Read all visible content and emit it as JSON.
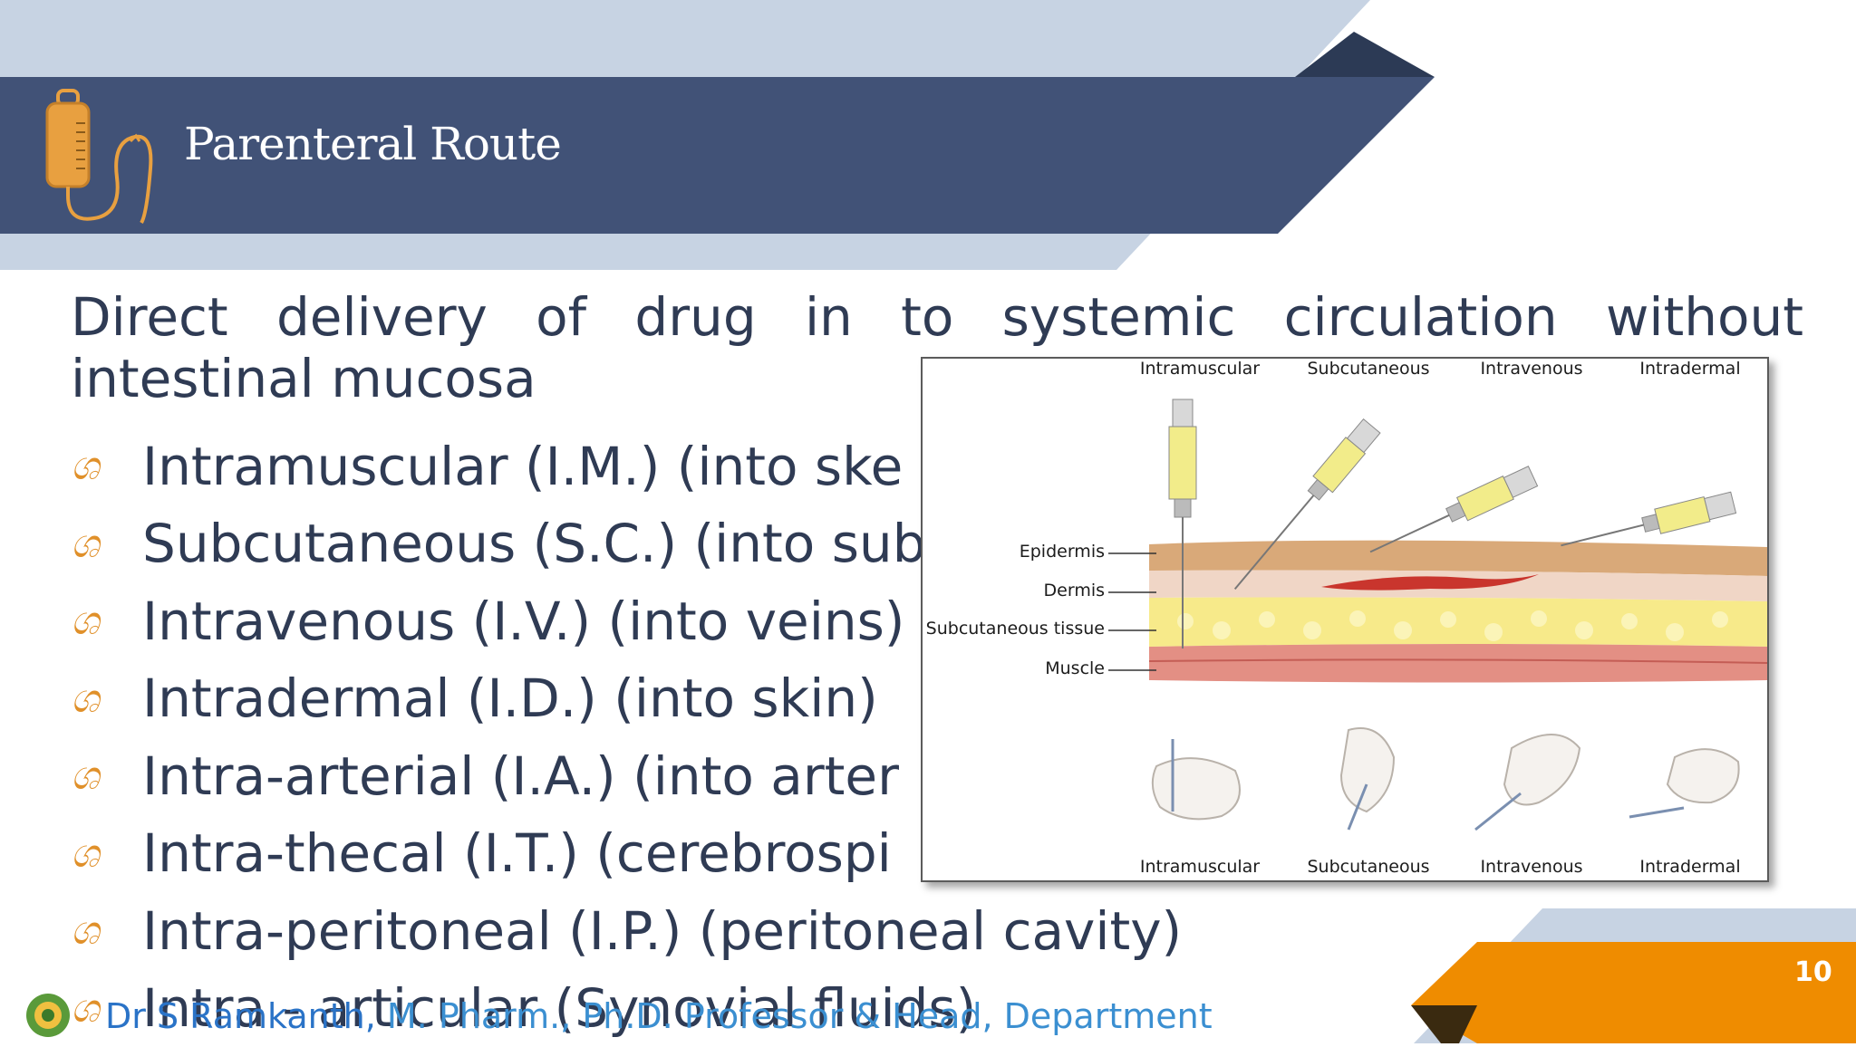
{
  "colors": {
    "header": "#415277",
    "header_light": "#c7d3e3",
    "accent": "#ef8c00",
    "text": "#2f3b54",
    "footer_text": "#3b8fd1"
  },
  "header": {
    "title": "Parenteral Route",
    "icon": "iv-drip-bag-icon"
  },
  "intro": "Direct delivery of drug in to systemic circulation without intestinal mucosa",
  "bullet_symbol": "ශ",
  "bullets": [
    "Intramuscular (I.M.) (into ske",
    "Subcutaneous (S.C.) (into sub",
    "Intravenous (I.V.) (into veins)",
    "Intradermal (I.D.) (into skin)",
    "Intra-arterial (I.A.) (into arter",
    "Intra-thecal (I.T.) (cerebrospi",
    "Intra-peritoneal (I.P.) (peritoneal cavity)",
    "Intra - articular (Synovial fluids)"
  ],
  "figure": {
    "top_labels": [
      "Intramuscular",
      "Subcutaneous",
      "Intravenous",
      "Intradermal"
    ],
    "layer_labels": [
      "Epidermis",
      "Dermis",
      "Subcutaneous tissue",
      "Muscle"
    ],
    "bottom_labels": [
      "Intramuscular",
      "Subcutaneous",
      "Intravenous",
      "Intradermal"
    ]
  },
  "footer": {
    "name": "Dr S Ramkanth,",
    "rest": " M. Pharm., Ph.D. Professor & Head, Department",
    "logo": "college-emblem-icon"
  },
  "page_number": "10"
}
